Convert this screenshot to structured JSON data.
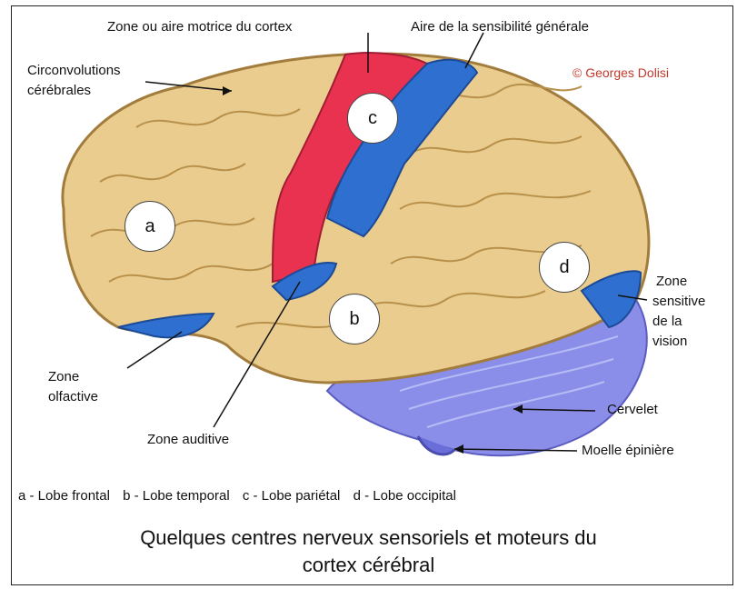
{
  "labels": {
    "motor_zone": "Zone ou aire motrice du cortex",
    "sensory_area": "Aire de la sensibilité générale",
    "convolutions_line1": "Circonvolutions",
    "convolutions_line2": "cérébrales",
    "copyright": "© Georges Dolisi",
    "vision_line1": "Zone",
    "vision_line2": "sensitive",
    "vision_line3": "de la",
    "vision_line4": "vision",
    "olfactory_line1": "Zone",
    "olfactory_line2": "olfactive",
    "auditory": "Zone auditive",
    "cerebellum": "Cervelet",
    "spinal_cord": "Moelle épinière"
  },
  "markers": {
    "a": "a",
    "b": "b",
    "c": "c",
    "d": "d"
  },
  "legend": {
    "a": "a - Lobe frontal",
    "b": "b - Lobe temporal",
    "c": "c - Lobe pariétal",
    "d": "d - Lobe occipital"
  },
  "title": {
    "line1": "Quelques centres nerveux sensoriels et moteurs du",
    "line2": "cortex cérébral"
  },
  "colors": {
    "cortex": "#e9cc8e",
    "cortex_dark": "#b8904a",
    "motor": "#e8324f",
    "sensory": "#2f6fd0",
    "cerebellum": "#8a8ee8"
  }
}
